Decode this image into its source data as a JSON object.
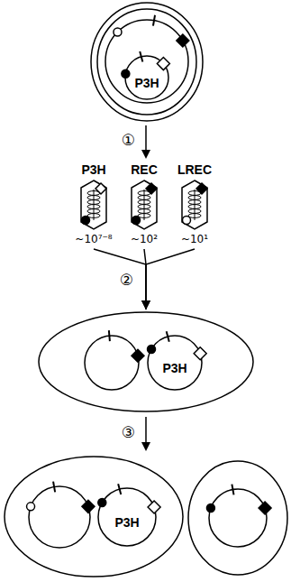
{
  "diagram": {
    "nodes": [
      {
        "text": []
      },
      {
        "text": [
          "P3H"
        ],
        "in": 0
      },
      {
        "text": [
          "P3H",
          "~10⁷⁻⁸"
        ]
      },
      {
        "text": [
          "REC",
          "~10²"
        ]
      },
      {
        "text": [
          "LREC",
          "~10¹"
        ]
      },
      {
        "text": []
      },
      {
        "text": [
          "P3H"
        ],
        "in": 5
      },
      {
        "text": []
      },
      {
        "text": [
          "P3H"
        ],
        "in": 7
      },
      {
        "text": []
      }
    ],
    "edges": [
      {
        "from": 2,
        "to": 5,
        "arrow": "to"
      },
      {
        "from": 3,
        "to": 5,
        "arrow": "to"
      },
      {
        "from": 4,
        "to": 5,
        "arrow": "to"
      }
    ],
    "labels": [
      "①",
      "②",
      "③"
    ]
  }
}
